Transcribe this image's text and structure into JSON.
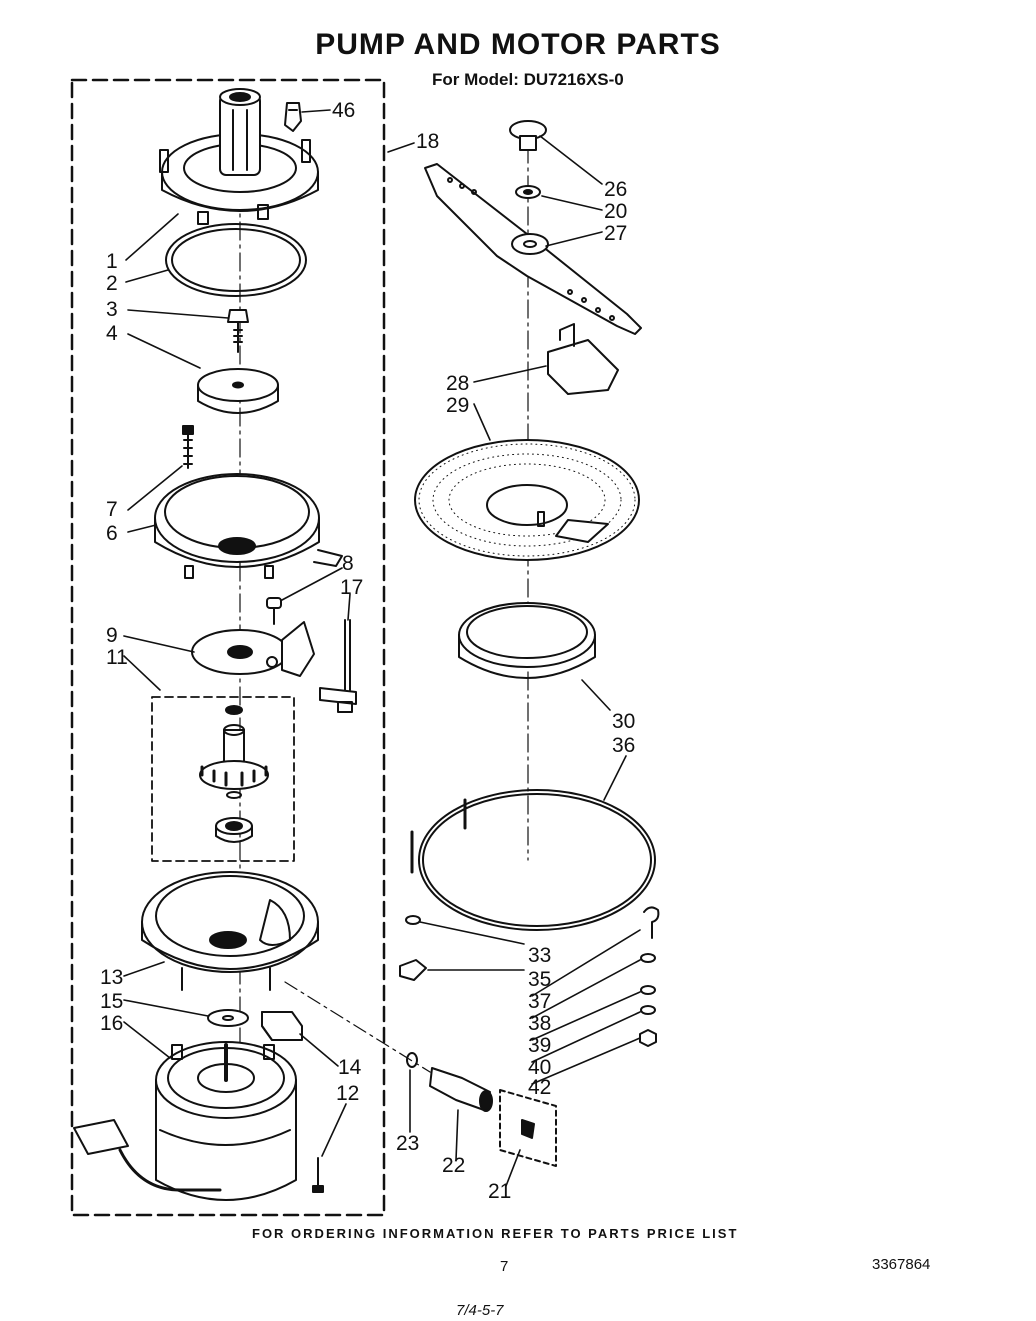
{
  "title": "PUMP AND MOTOR PARTS",
  "subtitle": "For Model: DU7216XS-0",
  "footer_note": "FOR ORDERING INFORMATION REFER TO PARTS PRICE LIST",
  "page_number": "7",
  "document_number": "3367864",
  "handwritten_mark": "7/4-5-7",
  "callouts": [
    "46",
    "18",
    "1",
    "2",
    "3",
    "4",
    "7",
    "6",
    "8",
    "17",
    "9",
    "11",
    "13",
    "15",
    "16",
    "14",
    "12",
    "23",
    "22",
    "21",
    "26",
    "20",
    "27",
    "28",
    "29",
    "30",
    "36",
    "33",
    "35",
    "37",
    "38",
    "39",
    "40",
    "42"
  ]
}
